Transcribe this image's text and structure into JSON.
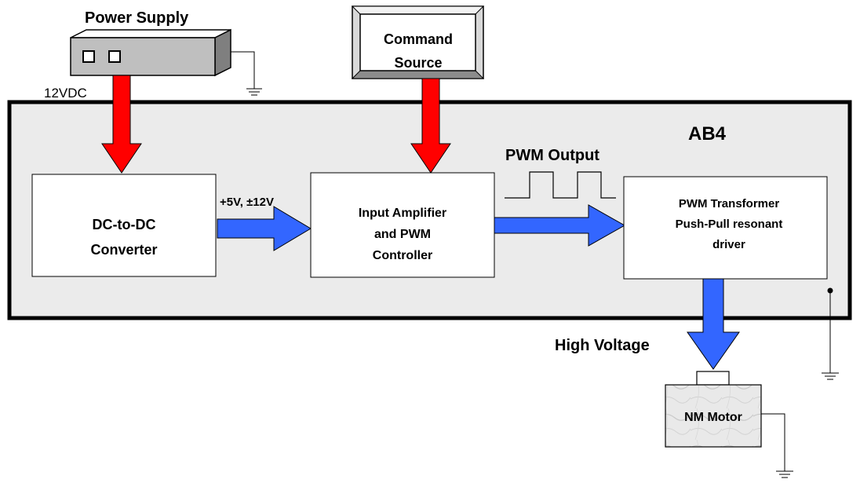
{
  "power_supply": {
    "title": "Power Supply",
    "voltage_label": "12VDC"
  },
  "command_source": {
    "line1": "Command",
    "line2": "Source"
  },
  "board": {
    "label": "AB4"
  },
  "dc_converter": {
    "line1": "DC-to-DC",
    "line2": "Converter"
  },
  "rails": {
    "label": "+5V, ±12V"
  },
  "input_amp": {
    "line1": "Input Amplifier",
    "line2": "and PWM",
    "line3": "Controller"
  },
  "pwm_output": {
    "label": "PWM Output"
  },
  "pwm_driver": {
    "line1": "PWM Transformer",
    "line2": "Push-Pull resonant",
    "line3": "driver"
  },
  "high_voltage": {
    "label": "High Voltage"
  },
  "motor": {
    "label": "NM Motor"
  },
  "colors": {
    "power_arrow": "#ff0000",
    "signal_arrow": "#3366ff",
    "board_fill": "#ebebeb"
  }
}
